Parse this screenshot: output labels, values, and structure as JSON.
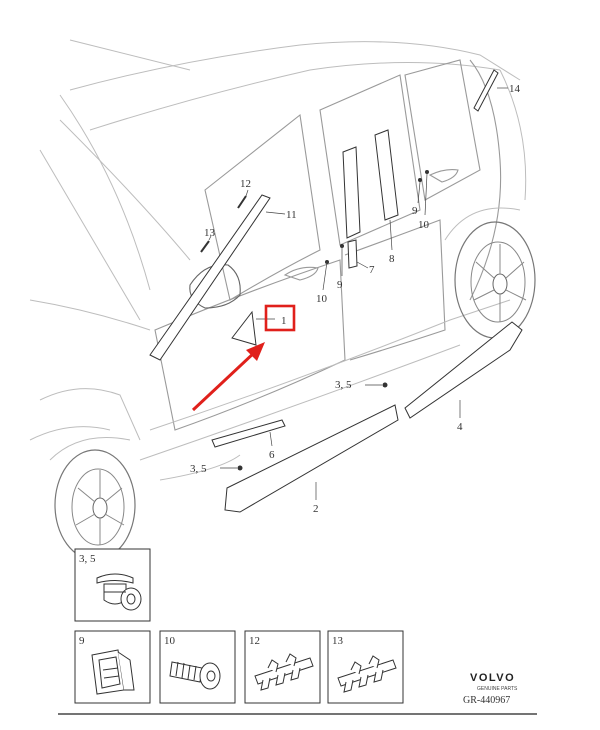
{
  "callouts": [
    {
      "id": "c1",
      "text": "1"
    },
    {
      "id": "c2",
      "text": "2"
    },
    {
      "id": "c35a",
      "text": "3, 5"
    },
    {
      "id": "c35b",
      "text": "3, 5"
    },
    {
      "id": "c4",
      "text": "4"
    },
    {
      "id": "c6",
      "text": "6"
    },
    {
      "id": "c7",
      "text": "7"
    },
    {
      "id": "c8",
      "text": "8"
    },
    {
      "id": "c9a",
      "text": "9"
    },
    {
      "id": "c9b",
      "text": "9"
    },
    {
      "id": "c10a",
      "text": "10"
    },
    {
      "id": "c10b",
      "text": "10"
    },
    {
      "id": "c11",
      "text": "11"
    },
    {
      "id": "c12",
      "text": "12"
    },
    {
      "id": "c13",
      "text": "13"
    },
    {
      "id": "c14",
      "text": "14"
    }
  ],
  "detail_boxes": [
    {
      "label": "3, 5"
    },
    {
      "label": "9"
    },
    {
      "label": "10"
    },
    {
      "label": "12"
    },
    {
      "label": "13"
    }
  ],
  "highlight": {
    "color": "#e0201b",
    "target": "1"
  },
  "brand": {
    "name": "VOLVO",
    "tagline": "GENUINE PARTS"
  },
  "drawing_code": "GR-440967"
}
